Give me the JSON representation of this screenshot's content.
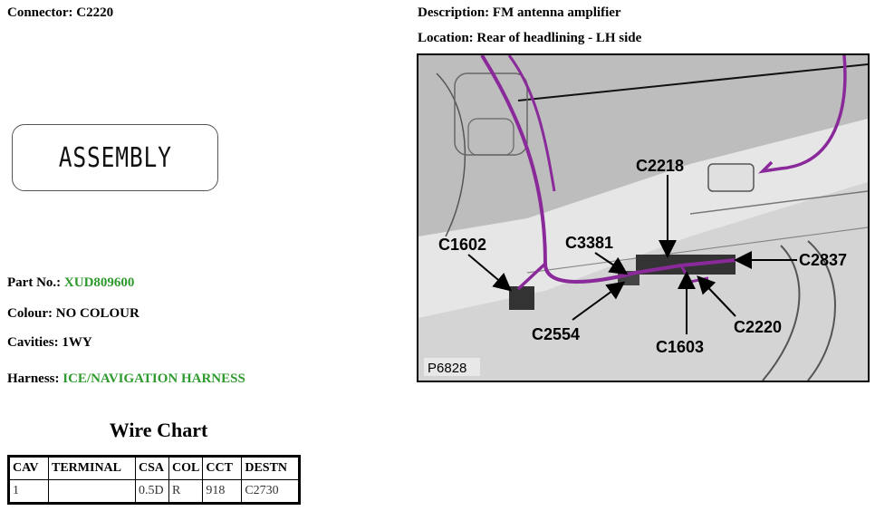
{
  "connector": {
    "label": "Connector:",
    "value": "C2220"
  },
  "description": {
    "label": "Description:",
    "value": "FM antenna amplifier"
  },
  "location": {
    "label": "Location:",
    "value": "Rear of headlining - LH side"
  },
  "assembly": {
    "text": "ASSEMBLY"
  },
  "part_no": {
    "label": "Part No.:",
    "value": "XUD809600"
  },
  "colour": {
    "label": "Colour:",
    "value": "NO COLOUR"
  },
  "cavities": {
    "label": "Cavities:",
    "value": "1WY"
  },
  "harness": {
    "label": "Harness:",
    "value": "ICE/NAVIGATION HARNESS"
  },
  "wire_chart": {
    "title": "Wire Chart",
    "headers": [
      "CAV",
      "TERMINAL",
      "CSA",
      "COL",
      "CCT",
      "DESTN"
    ],
    "rows": [
      [
        "1",
        "",
        "0.5D",
        "R",
        "918",
        "C2730"
      ]
    ]
  },
  "figure": {
    "id": "P6828",
    "callouts": [
      "C2218",
      "C1602",
      "C3381",
      "C2837",
      "C2554",
      "C2220",
      "C1603"
    ],
    "wire_color": "#8a2a9a",
    "accent_green": "#2e9a2e"
  }
}
